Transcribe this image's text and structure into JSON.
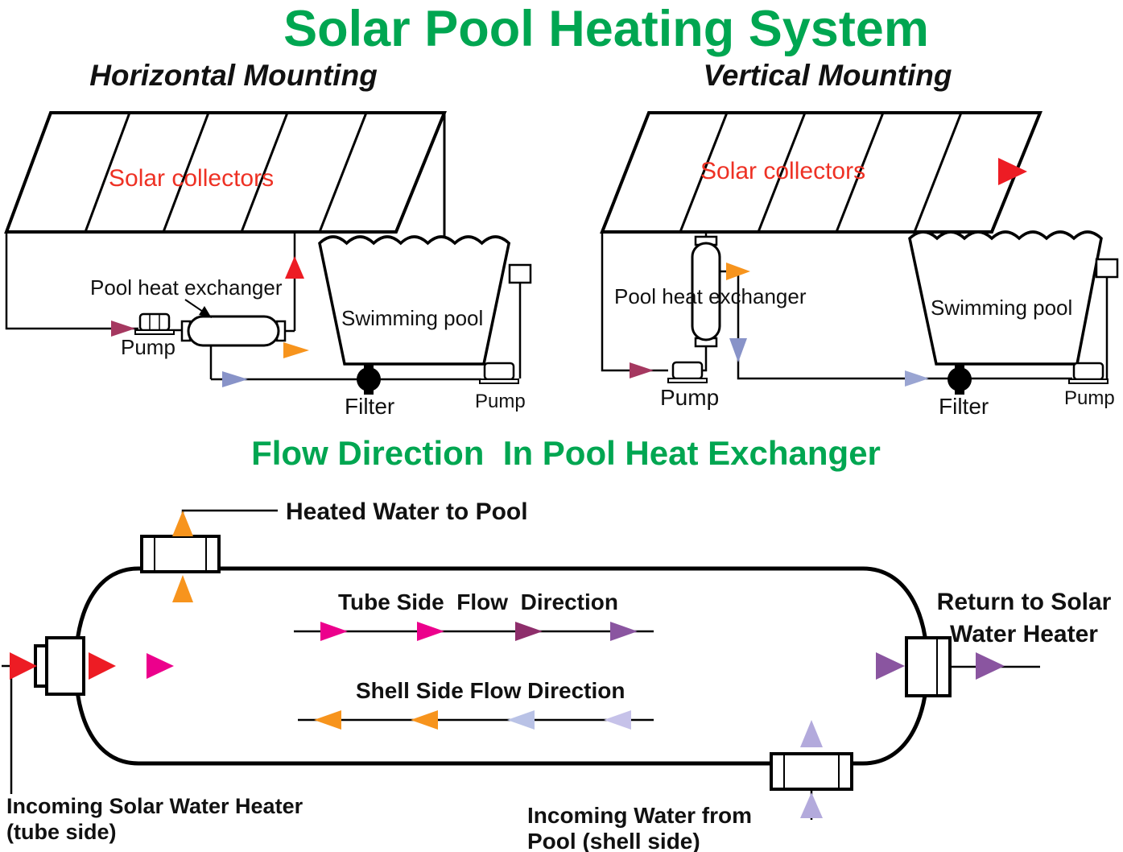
{
  "title": "Solar Pool Heating System",
  "flow_title": "Flow Direction  In Pool Heat Exchanger",
  "colors": {
    "green": "#00A651",
    "label_red": "#EE3124",
    "arrow_red": "#ED1C24",
    "orange": "#F7941D",
    "magenta": "#EC008C",
    "magenta_dark": "#8E2E6B",
    "purple": "#8A55A0",
    "maroon": "#A53860",
    "slate": "#8893C8",
    "slate_light": "#9AA5D2",
    "periwinkle": "#B9C2E6",
    "lavender": "#B3AADC",
    "lavender_light": "#C6C2E9"
  },
  "horizontal_diagram": {
    "heading": "Horizontal Mounting",
    "solar_collectors_label": "Solar collectors",
    "heat_exchanger_label": "Pool heat exchanger",
    "pump_left_label": "Pump",
    "swimming_pool_label": "Swimming pool",
    "filter_label": "Filter",
    "pump_right_label": "Pump"
  },
  "vertical_diagram": {
    "heading": "Vertical Mounting",
    "solar_collectors_label": "Solar collectors",
    "heat_exchanger_label": "Pool heat exchanger",
    "pump_left_label": "Pump",
    "swimming_pool_label": "Swimming pool",
    "filter_label": "Filter",
    "pump_right_label": "Pump"
  },
  "flow_diagram": {
    "heated_water_label": "Heated Water to Pool",
    "tube_side_label": "Tube Side  Flow  Direction",
    "shell_side_label": "Shell Side Flow Direction",
    "return_label_line1": "Return to Solar",
    "return_label_line2": "Water Heater",
    "incoming_solar_line1": "Incoming Solar Water Heater",
    "incoming_solar_line2": "(tube side)",
    "incoming_pool_line1": "Incoming Water from",
    "incoming_pool_line2": "Pool (shell side)"
  }
}
